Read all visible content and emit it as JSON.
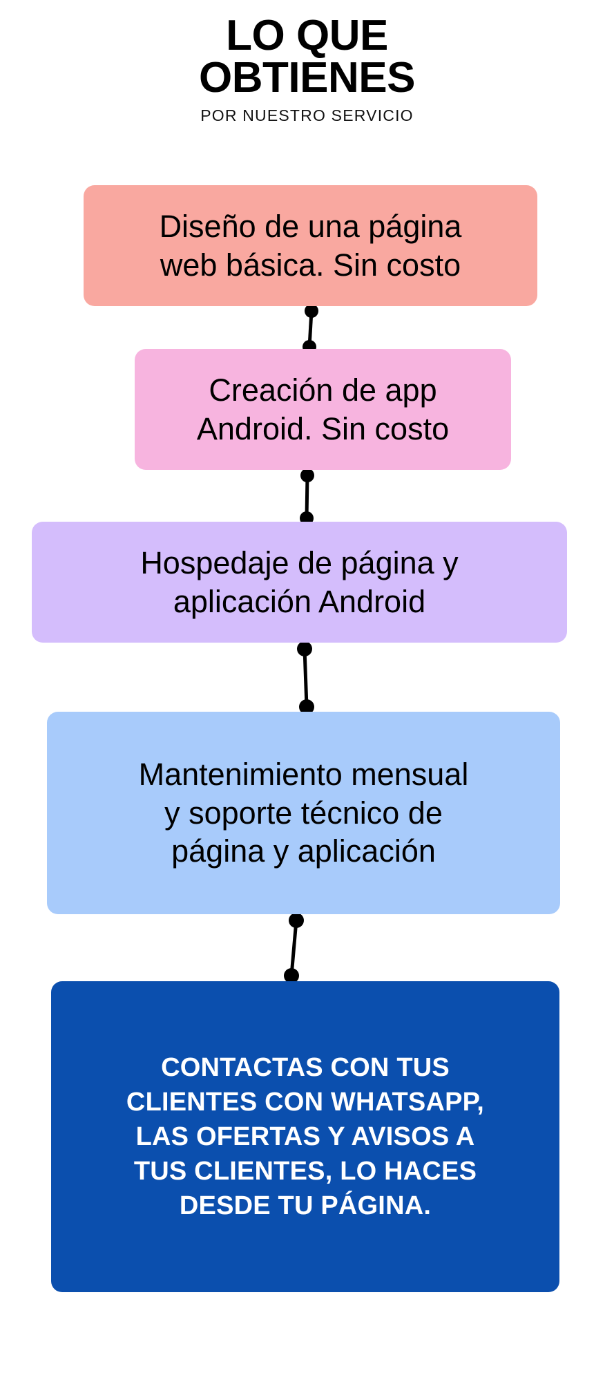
{
  "header": {
    "title": "LO QUE\nOBTIENES",
    "subtitle": "POR NUESTRO SERVICIO"
  },
  "colors": {
    "background": "#ffffff",
    "salmon": "#f9a8a0",
    "pink": "#f7b4df",
    "lavender": "#d4bdfc",
    "light_blue": "#a8cbfb",
    "dark_blue": "#0b4fae",
    "connector": "#000000",
    "text_dark": "#000000",
    "text_light": "#ffffff"
  },
  "flow": {
    "nodes": [
      {
        "id": "node-0",
        "text": "Diseño de una página\nweb básica. Sin costo",
        "color": "#f9a8a0",
        "text_color": "#000000",
        "emphasis": false
      },
      {
        "id": "node-1",
        "text": "Creación de  app\nAndroid. Sin costo",
        "color": "#f7b4df",
        "text_color": "#000000",
        "emphasis": false
      },
      {
        "id": "node-2",
        "text": "Hospedaje de página y\naplicación Android",
        "color": "#d4bdfc",
        "text_color": "#000000",
        "emphasis": false
      },
      {
        "id": "node-3",
        "text": "Mantenimiento mensual\ny soporte técnico de\npágina y  aplicación",
        "color": "#a8cbfb",
        "text_color": "#000000",
        "emphasis": false
      },
      {
        "id": "node-4",
        "text": "CONTACTAS CON TUS\nCLIENTES CON WHATSAPP,\nLAS OFERTAS Y AVISOS A\nTUS CLIENTES,  LO HACES\nDESDE TU PÁGINA.",
        "color": "#0b4fae",
        "text_color": "#ffffff",
        "emphasis": true
      }
    ],
    "connectors": [
      {
        "id": "conn-0",
        "from": "node-0",
        "to": "node-1"
      },
      {
        "id": "conn-1",
        "from": "node-1",
        "to": "node-2"
      },
      {
        "id": "conn-2",
        "from": "node-2",
        "to": "node-3"
      },
      {
        "id": "conn-3",
        "from": "node-3",
        "to": "node-4"
      }
    ]
  }
}
